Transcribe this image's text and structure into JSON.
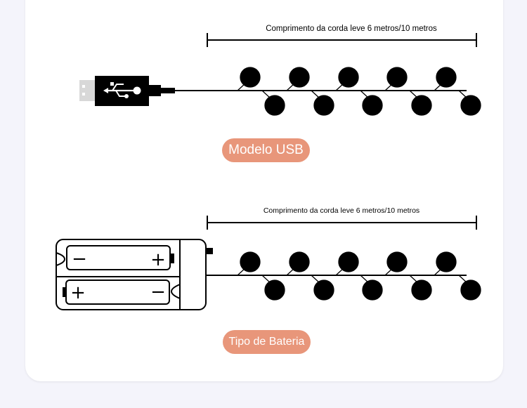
{
  "colors": {
    "background": "#f4f4fb",
    "card": "#ffffff",
    "ink": "#000000",
    "pill": "#e8967a",
    "usb_plug_tip": "#d8d8d8"
  },
  "usb_section": {
    "length_label": "Comprimento da corda leve 6 metros/10 metros",
    "model_label": "Modelo USB",
    "icon": "usb-icon"
  },
  "battery_section": {
    "length_label": "Comprimento da corda leve 6 metros/10 metros",
    "model_label": "Tipo de Bateria",
    "battery_symbols": [
      "−",
      "+",
      "+",
      "−"
    ]
  }
}
